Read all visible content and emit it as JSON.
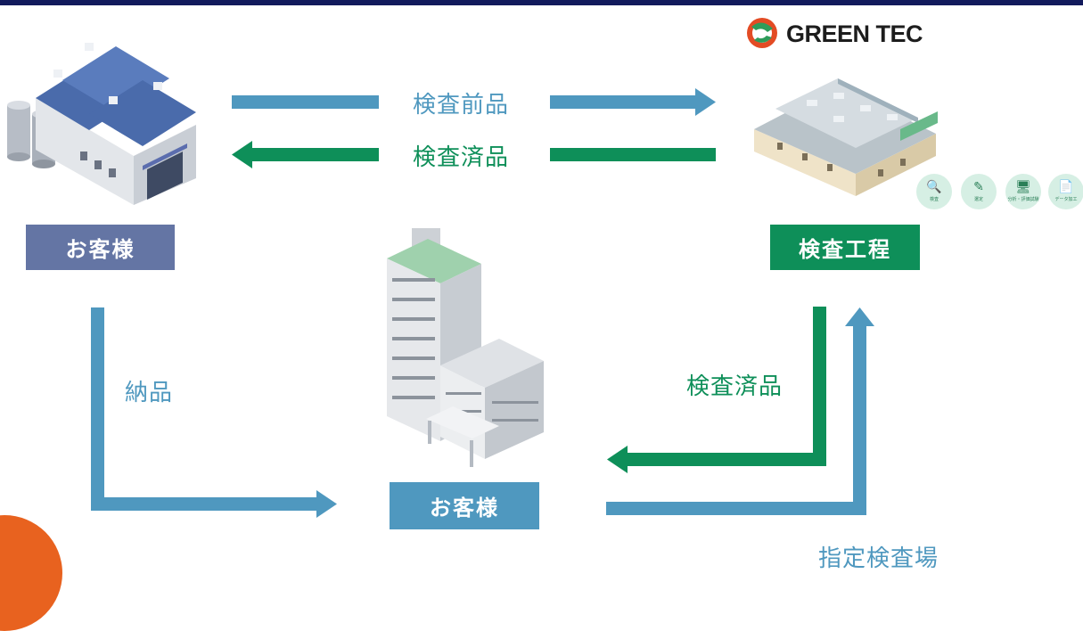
{
  "brand": {
    "name": "GREEN TEC"
  },
  "nodes": {
    "customer_factory": {
      "label": "お客様"
    },
    "customer_office": {
      "label": "お客様"
    },
    "inspection_process": {
      "label": "検査工程"
    }
  },
  "flows": {
    "pre_inspection": "検査前品",
    "inspected_top": "検査済品",
    "delivery": "納品",
    "inspected_right": "検査済品",
    "designated_site": "指定検査場"
  },
  "service_icons": [
    {
      "name": "search-icon",
      "glyph": "🔍",
      "caption": "検査"
    },
    {
      "name": "tool-icon",
      "glyph": "✎",
      "caption": "選定"
    },
    {
      "name": "monitor-icon",
      "glyph": "🖥",
      "caption": "分析・評価試験"
    },
    {
      "name": "document-icon",
      "glyph": "📄",
      "caption": "データ加工"
    }
  ],
  "colors": {
    "blue_arrow": "#4f98bf",
    "green_arrow": "#0e8f59",
    "customer_box_slate": "#6475a4",
    "customer_box_blue": "#4f98bf",
    "process_box_green": "#0e8f59",
    "header_bar": "#121a5c",
    "accent_orange": "#e8621f"
  }
}
